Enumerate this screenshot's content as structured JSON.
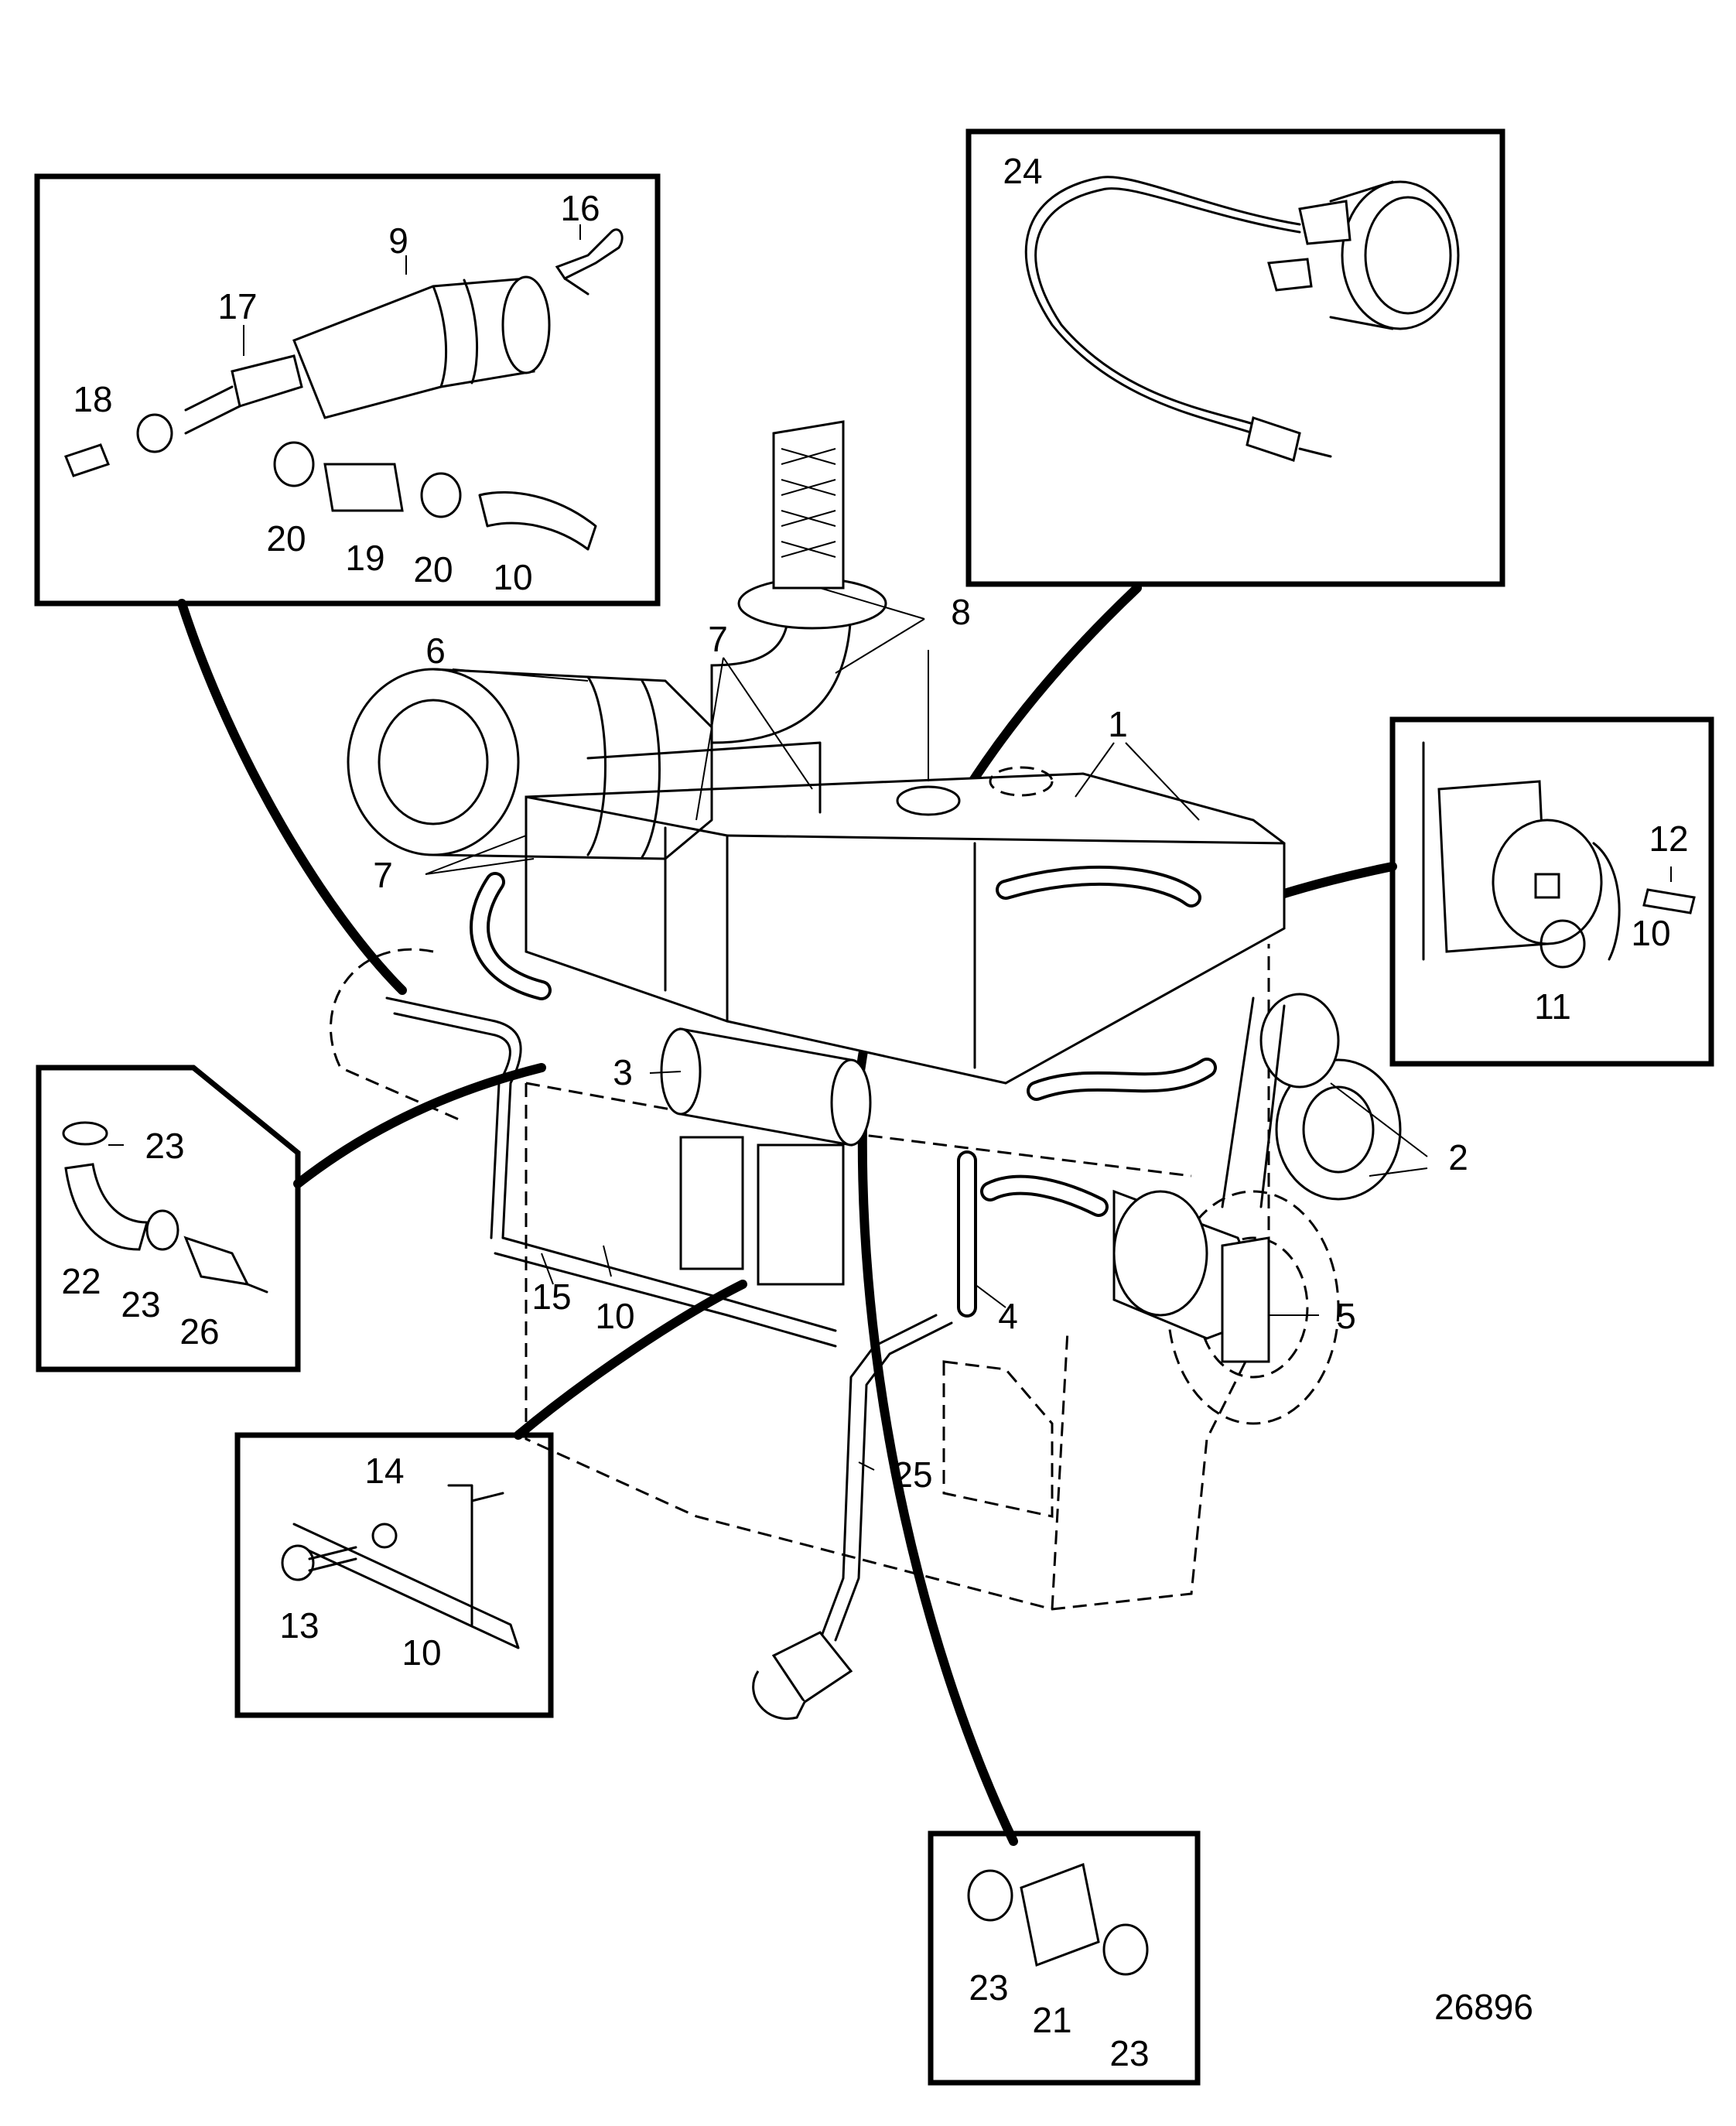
{
  "figure_id": "26896",
  "labels": {
    "l1": "1",
    "l2": "2",
    "l3": "3",
    "l4": "4",
    "l5": "5",
    "l6": "6",
    "l7": "7",
    "l8": "8",
    "l9": "9",
    "l10": "10",
    "l11": "11",
    "l12": "12",
    "l13": "13",
    "l14": "14",
    "l15": "15",
    "l16": "16",
    "l17": "17",
    "l18": "18",
    "l19": "19",
    "l20": "20",
    "l21": "21",
    "l22": "22",
    "l23": "23",
    "l24": "24",
    "l25": "25",
    "l26": "26"
  }
}
